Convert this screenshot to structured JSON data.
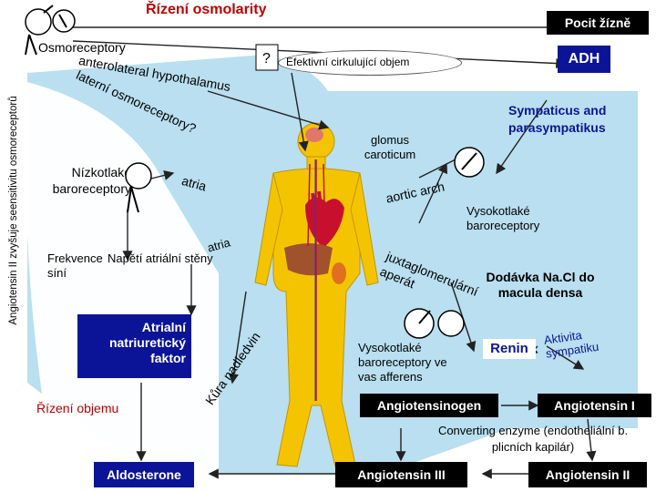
{
  "title": "Řízení osmolarity",
  "side_label": "Angiotensin II zvyšuje seensitivitu osmoreceptorů",
  "nodes": {
    "osmoreceptory": "Osmoreceptory",
    "pocit_zizne": "Pocit žízně",
    "adh": "ADH",
    "efektivni_objem": "Efektivní cirkulující objem",
    "anterolateral": "anterolateral hypothalamus",
    "laterni": "laterní osmoreceptory?",
    "nizkotlake": "Nízkotlaké baroreceptory",
    "atria": "atria",
    "glomus": "glomus caroticum",
    "sympaticus": "Sympaticus and parasympatikus",
    "aortic_arch": "aortic arch",
    "vysokotlake": "Vysokotlaké baroreceptory",
    "frekvence": "Frekvence síní",
    "napeti": "Napětí atriální stěny",
    "atria2": "atria",
    "juxta": "juxtaglomerulární aperát",
    "davka": "Dodávka Na.Cl do macula densa",
    "anp": "Atrialní natriuretický faktor",
    "kura": "Kůra nadledvin",
    "vysokotlake_aff": "Vysokotlaké baroreceptory ve vas afferens",
    "renin": "Renin",
    "aktivita": "Aktivita sympatiku",
    "rizeni_objemu": "Řízení objemu",
    "angiotensinogen": "Angiotensinogen",
    "angiotensin1": "Angiotensin I",
    "converting": "Converting enzyme (endotheliální b. plicních kapilár)",
    "aldosterone": "Aldosterone",
    "angiotensin3": "Angiotensin III",
    "angiotensin2": "Angiotensin II"
  },
  "colors": {
    "title_red": "#c00000",
    "navy": "#0b1496",
    "background_blob": "#b9dff0",
    "body_yellow": "#f5c400",
    "box_dark": "#000000"
  },
  "icons": [
    "key-receptor-icon",
    "question-mark-icon",
    "human-body-icon",
    "heart-icon",
    "kidney-icon",
    "brain-icon"
  ]
}
